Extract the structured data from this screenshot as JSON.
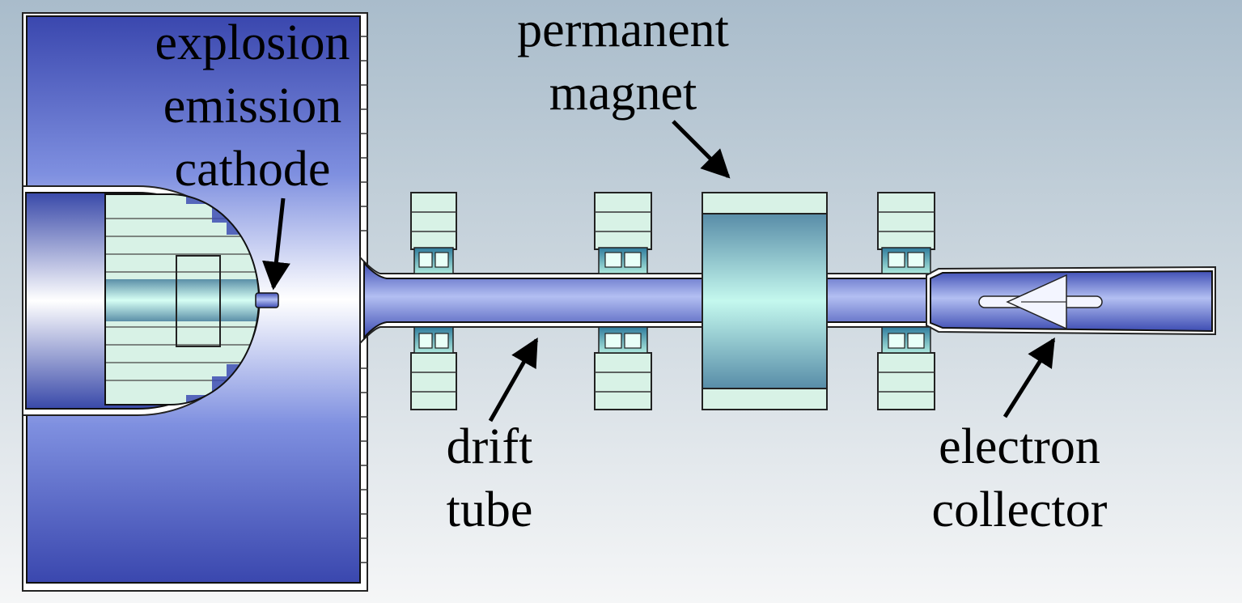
{
  "labels": {
    "cathode": [
      "explosion",
      "emission",
      "cathode"
    ],
    "magnet": [
      "permanent",
      "magnet"
    ],
    "drift_tube": [
      "drift",
      "tube"
    ],
    "collector": [
      "electron",
      "collector"
    ]
  },
  "colors": {
    "housing_dark": "#3f4fb3",
    "housing_light": "#ffffff",
    "pale_green": "#d8f2e6",
    "cyan_glow": "#bdf7ea",
    "outline": "#1a1a1a",
    "background_top": "#a9bccb",
    "background_bottom": "#f5f6f7"
  }
}
